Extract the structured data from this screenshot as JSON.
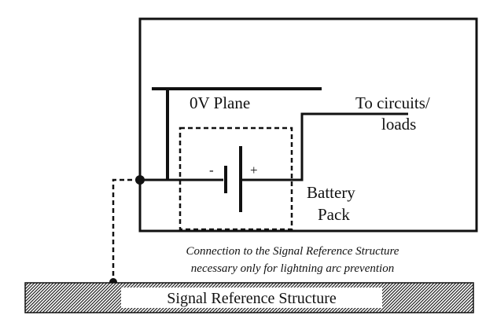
{
  "labels": {
    "plane": "0V Plane",
    "circuits_line1": "To circuits/",
    "circuits_line2": "loads",
    "battery_line1": "Battery",
    "battery_line2": "Pack",
    "minus": "-",
    "plus": "+",
    "caption_line1": "Connection to the Signal Reference Structure",
    "caption_line2": "necessary only for lightning arc prevention",
    "ground": "Signal Reference Structure"
  },
  "colors": {
    "ink": "#111111",
    "background": "#ffffff"
  }
}
